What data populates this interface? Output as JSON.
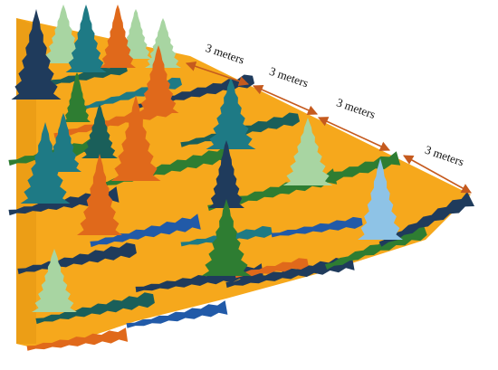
{
  "annotations": {
    "spacing_1": "3 meters",
    "spacing_2": "3 meters",
    "spacing_3": "3 meters",
    "spacing_4": "3 meters"
  },
  "colors": {
    "ground": "#F6A81C",
    "ground_shadow": "#E89A14",
    "arrow": "#C55A1E",
    "label": "#111111",
    "tree_palette": [
      "#1F3B5C",
      "#1E7A85",
      "#2E7D32",
      "#E0691B",
      "#A8D5A2",
      "#8EC3E6",
      "#215AA8",
      "#1A5F5A"
    ]
  }
}
